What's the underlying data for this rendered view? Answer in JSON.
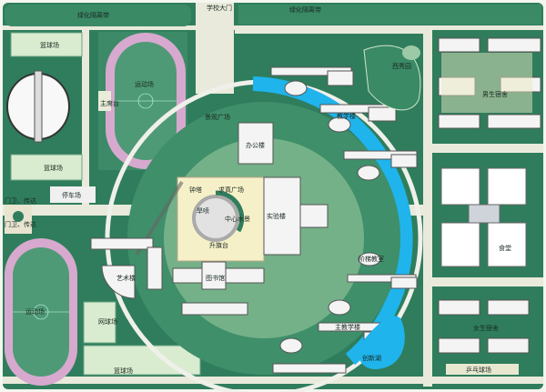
{
  "colors": {
    "dark_green": "#2f7d5c",
    "mid_green": "#4f9a76",
    "light_green": "#cfe6c9",
    "water": "#1fb4ec",
    "track": "#d7a9cf",
    "plaza": "#f6f0c8",
    "building": "#f4f4f4",
    "road": "#e9eadb"
  },
  "labels": {
    "green_belt_west": "绿化隔离带",
    "green_belt_east": "绿化隔离带",
    "main_gate": "学校大门",
    "basketball_north": "篮球场",
    "stadium_north": "运动场",
    "grandstand": "主席台",
    "basketball_west": "篮球场",
    "landscape_plaza": "景观广场",
    "office": "办公楼",
    "clock_tower": "钟塔",
    "qiuzhen_plaza": "求真广场",
    "dry_fountain": "旱喷",
    "central_water": "中心水景",
    "flag_platform": "升旗台",
    "lab_building": "实验楼",
    "art_building": "艺术楼",
    "library": "图书馆",
    "tennis": "网球场",
    "basketball_south": "篮球场",
    "guard_north": "门卫、传达",
    "guard_south": "门卫、传达",
    "parking": "停车场",
    "garden": "西秀园",
    "teaching_building": "教学楼",
    "male_dorm": "男生宿舍",
    "canteen": "食堂",
    "lecture_hall": "阶梯教室",
    "main_teaching": "主教学楼",
    "lake": "创新湖",
    "female_dorm": "女生宿舍",
    "pingpong": "乒乓球场",
    "stadium_south": "运动场"
  }
}
